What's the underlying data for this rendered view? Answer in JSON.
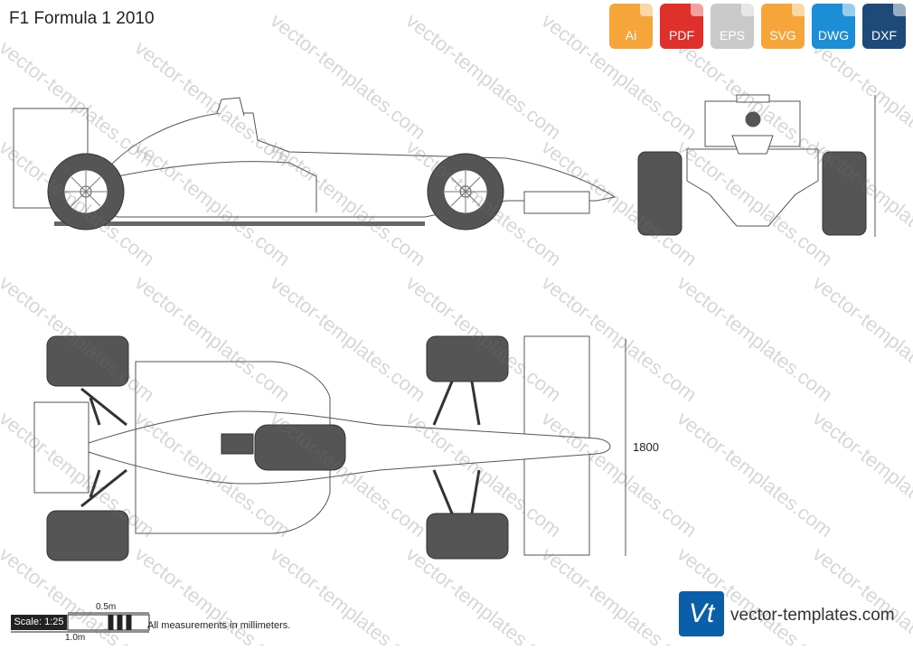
{
  "title": "F1 Formula 1 2010",
  "formats": [
    {
      "label": "Ai",
      "color": "#f5a53a",
      "icon": "ai-file-icon"
    },
    {
      "label": "PDF",
      "color": "#e0302c",
      "icon": "pdf-file-icon"
    },
    {
      "label": "EPS",
      "color": "#e6e6e6",
      "icon": "eps-file-icon"
    },
    {
      "label": "SVG",
      "color": "#f5a53a",
      "icon": "svg-file-icon"
    },
    {
      "label": "DWG",
      "color": "#1c8ed6",
      "icon": "dwg-file-icon"
    },
    {
      "label": "DXF",
      "color": "#1d4a78",
      "icon": "dxf-file-icon"
    }
  ],
  "dimension": "1800",
  "scale": {
    "label": "Scale: 1:25",
    "half": "0.5m",
    "full": "1.0m"
  },
  "note": "All measurements in millimeters.",
  "watermark": "vector-templates.com",
  "logo": {
    "mark": "Vt",
    "site": "vector-templates.com",
    "color": "#0a5fa8"
  }
}
